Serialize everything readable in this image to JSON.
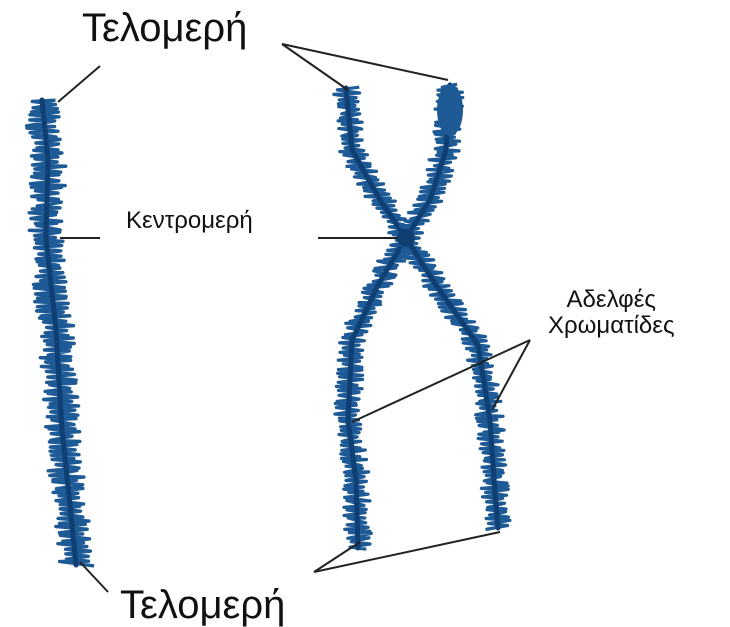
{
  "labels": {
    "telomeres_top": "Τελομερή",
    "centromere": "Κεντρομερή",
    "sister_chromatids_line1": "Αδελφές",
    "sister_chromatids_line2": "Χρωματίδες",
    "telomeres_bottom": "Τελομερή"
  },
  "colors": {
    "chromosome": "#1d5a96",
    "chromosome_dark": "#0f3f73",
    "leader_line": "#222222",
    "text": "#111111"
  }
}
